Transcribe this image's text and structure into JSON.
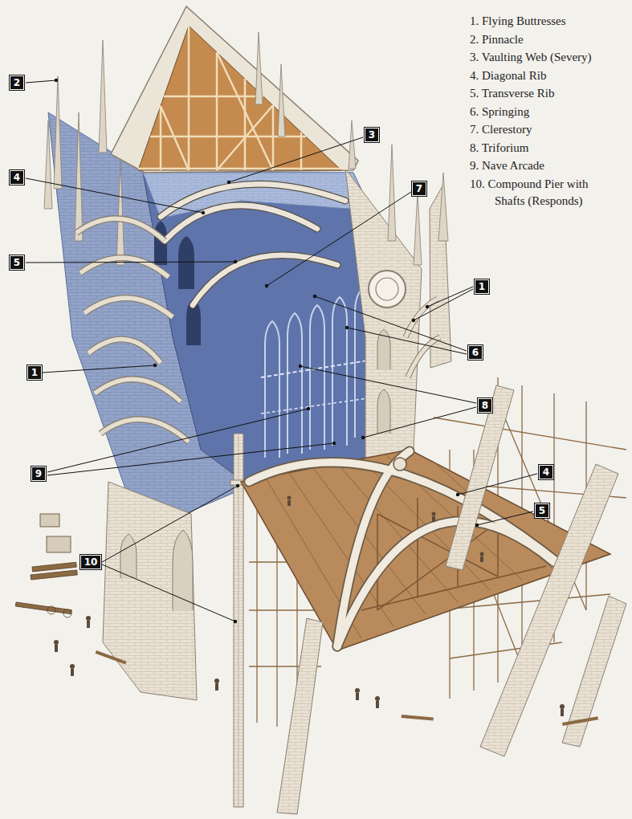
{
  "diagram": {
    "labels": [
      "1. Flying Buttresses",
      "2. Pinnacle",
      "3. Vaulting Web (Severy)",
      "4. Diagonal Rib",
      "5. Transverse Rib",
      "6. Springing",
      "7. Clerestory",
      "8. Triforium",
      "9. Nave Arcade",
      "10. Compound Pier with Shafts (Responds)",
      "2",
      "3",
      "4",
      "7",
      "5",
      "1",
      "6",
      "1",
      "8",
      "9",
      "4",
      "5",
      "10"
    ]
  }
}
